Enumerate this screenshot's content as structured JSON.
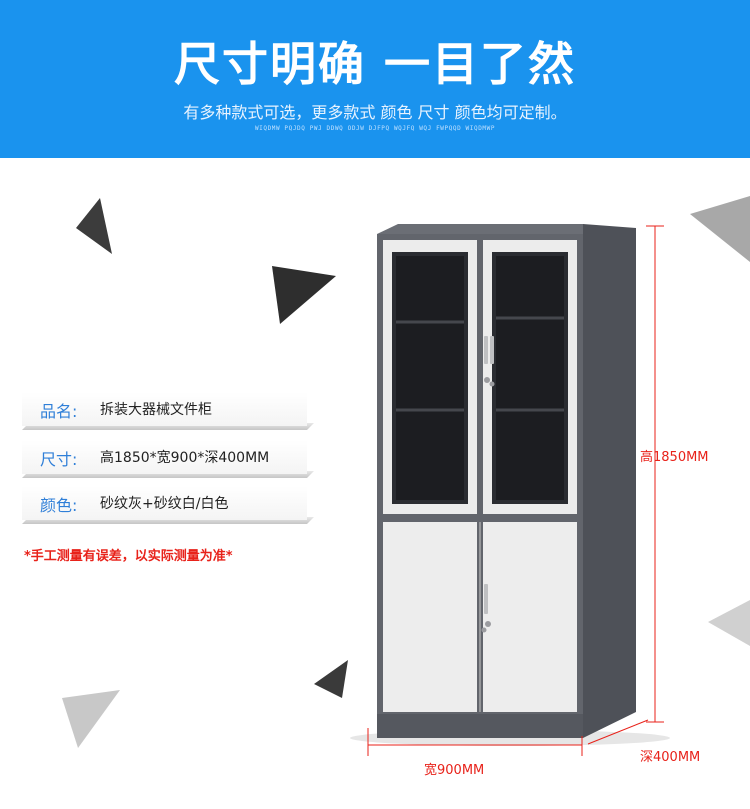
{
  "banner": {
    "title": "尺寸明确 一目了然",
    "subtitle": "有多种款式可选，更多款式 颜色 尺寸 颜色均可定制。",
    "tiny_text": "WIQDMW PQJDQ PWJ DDWQ ODJW DJFPQ WQJFQ WQJ FWPQQD WIQDMWP",
    "background_color": "#1a93ee"
  },
  "specs": [
    {
      "label": "品名:",
      "value": "拆装大器械文件柜"
    },
    {
      "label": "尺寸:",
      "value": "高1850*宽900*深400MM"
    },
    {
      "label": "颜色:",
      "value": "砂纹灰+砂纹白/白色"
    }
  ],
  "note": "*手工测量有误差，以实际测量为准*",
  "dimensions": {
    "height": "高1850MM",
    "width": "宽900MM",
    "depth": "深400MM"
  },
  "colors": {
    "accent_red": "#e8221a",
    "label_blue": "#2f7fd8",
    "cabinet_gray": "#5c6068",
    "panel_white": "#ededed"
  }
}
